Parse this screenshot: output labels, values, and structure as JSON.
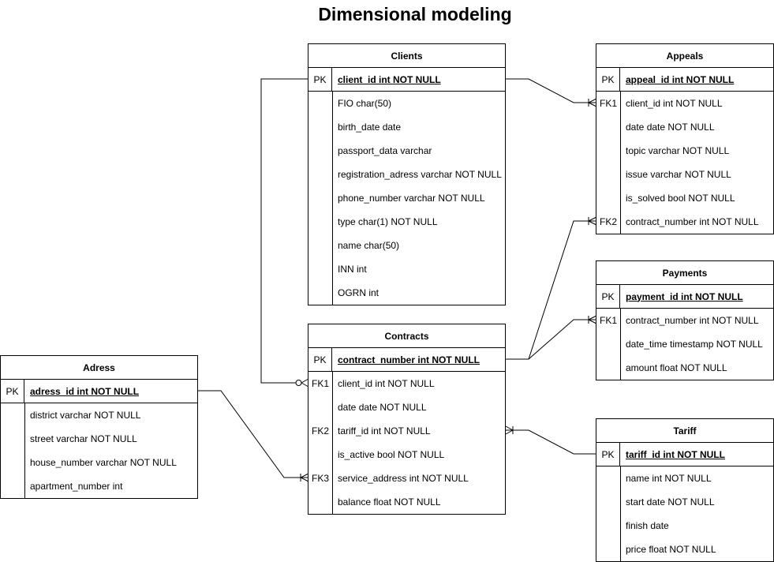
{
  "title": "Dimensional modeling",
  "entities": {
    "clients": {
      "name": "Clients",
      "pk": {
        "key": "PK",
        "field": "client_id int NOT NULL"
      },
      "rows": [
        {
          "key": "",
          "field": "FIO char(50)"
        },
        {
          "key": "",
          "field": "birth_date date"
        },
        {
          "key": "",
          "field": "passport_data varchar"
        },
        {
          "key": "",
          "field": "registration_adress varchar NOT NULL"
        },
        {
          "key": "",
          "field": "phone_number varchar NOT NULL"
        },
        {
          "key": "",
          "field": "type char(1) NOT NULL"
        },
        {
          "key": "",
          "field": "name char(50)"
        },
        {
          "key": "",
          "field": "INN int"
        },
        {
          "key": "",
          "field": "OGRN int"
        }
      ]
    },
    "appeals": {
      "name": "Appeals",
      "pk": {
        "key": "PK",
        "field": "appeal_id int NOT NULL"
      },
      "rows": [
        {
          "key": "FK1",
          "field": "client_id int NOT NULL"
        },
        {
          "key": "",
          "field": "date date NOT NULL"
        },
        {
          "key": "",
          "field": "topic varchar NOT NULL"
        },
        {
          "key": "",
          "field": "issue varchar NOT NULL"
        },
        {
          "key": "",
          "field": "is_solved bool NOT NULL"
        },
        {
          "key": "FK2",
          "field": "contract_number int NOT NULL"
        }
      ]
    },
    "payments": {
      "name": "Payments",
      "pk": {
        "key": "PK",
        "field": "payment_id int NOT NULL"
      },
      "rows": [
        {
          "key": "FK1",
          "field": "contract_number int NOT NULL"
        },
        {
          "key": "",
          "field": "date_time timestamp NOT NULL"
        },
        {
          "key": "",
          "field": "amount float NOT NULL"
        }
      ]
    },
    "contracts": {
      "name": "Contracts",
      "pk": {
        "key": "PK",
        "field": "contract_number int NOT NULL"
      },
      "rows": [
        {
          "key": "FK1",
          "field": "client_id int NOT NULL"
        },
        {
          "key": "",
          "field": "date date NOT NULL"
        },
        {
          "key": "FK2",
          "field": "tariff_id int NOT NULL"
        },
        {
          "key": "",
          "field": "is_active bool NOT NULL"
        },
        {
          "key": "FK3",
          "field": "service_address int NOT NULL"
        },
        {
          "key": "",
          "field": "balance float NOT NULL"
        }
      ]
    },
    "adress": {
      "name": "Adress",
      "pk": {
        "key": "PK",
        "field": "adress_id int NOT NULL"
      },
      "rows": [
        {
          "key": "",
          "field": "district varchar NOT NULL"
        },
        {
          "key": "",
          "field": "street varchar NOT NULL"
        },
        {
          "key": "",
          "field": "house_number varchar NOT NULL"
        },
        {
          "key": "",
          "field": "apartment_number int"
        }
      ]
    },
    "tariff": {
      "name": "Tariff",
      "pk": {
        "key": "PK",
        "field": "tariff_id int NOT NULL"
      },
      "rows": [
        {
          "key": "",
          "field": "name int NOT NULL"
        },
        {
          "key": "",
          "field": "start date NOT NULL"
        },
        {
          "key": "",
          "field": "finish date"
        },
        {
          "key": "",
          "field": "price float NOT NULL"
        }
      ]
    }
  }
}
